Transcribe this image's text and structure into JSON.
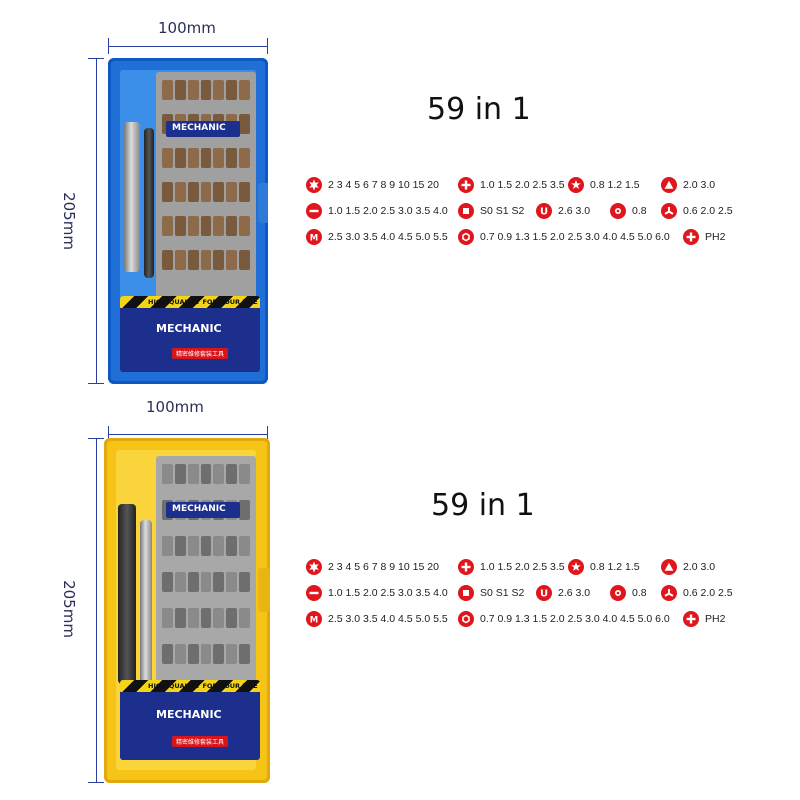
{
  "products": [
    {
      "id": "blue",
      "case_color": "#1f6fd6",
      "case_edge_color": "#0d58c2",
      "width_label": "100mm",
      "height_label": "205mm",
      "headline": "59 in 1",
      "brand": "MECHANIC",
      "slogan": "HIGH QUALITY FOR YOUR LIFE",
      "card_brand": "MECHANIC",
      "card_cn": "精密维修套装工具"
    },
    {
      "id": "yellow",
      "case_color": "#f5c416",
      "case_edge_color": "#e0a90c",
      "width_label": "100mm",
      "height_label": "205mm",
      "headline": "59 in 1",
      "brand": "MECHANIC",
      "slogan": "HIGH QUALITY FOR YOUR LIFE",
      "card_brand": "MECHANIC",
      "card_cn": "精密维修套装工具"
    }
  ],
  "specs": [
    [
      {
        "icon": "torx-icon",
        "text": "2 3 4 5 6 7 8 9 10 15 20"
      },
      {
        "icon": "phillips-icon",
        "text": "1.0 1.5 2.0 2.5 3.5"
      },
      {
        "icon": "pentalobe-icon",
        "text": "0.8 1.2 1.5"
      },
      {
        "icon": "triangle-icon",
        "text": "2.0 3.0"
      }
    ],
    [
      {
        "icon": "slotted-icon",
        "text": "1.0 1.5 2.0 2.5 3.0 3.5 4.0"
      },
      {
        "icon": "square-icon",
        "text": "S0 S1 S2"
      },
      {
        "icon": "u-shape-icon",
        "text": "2.6  3.0"
      },
      {
        "icon": "circle-icon",
        "text": "0.8"
      },
      {
        "icon": "tri-wing-icon",
        "text": "0.6 2.0 2.5"
      }
    ],
    [
      {
        "icon": "m-icon",
        "text": "2.5 3.0 3.5 4.0 4.5 5.0 5.5"
      },
      {
        "icon": "hex-icon",
        "text": "0.7 0.9 1.3 1.5 2.0 2.5 3.0 4.0 4.5 5.0 6.0"
      },
      {
        "icon": "phillips-icon",
        "text": "PH2"
      }
    ]
  ],
  "colors": {
    "accent_red": "#e0161d",
    "dimension_line": "#2a3fa0"
  }
}
